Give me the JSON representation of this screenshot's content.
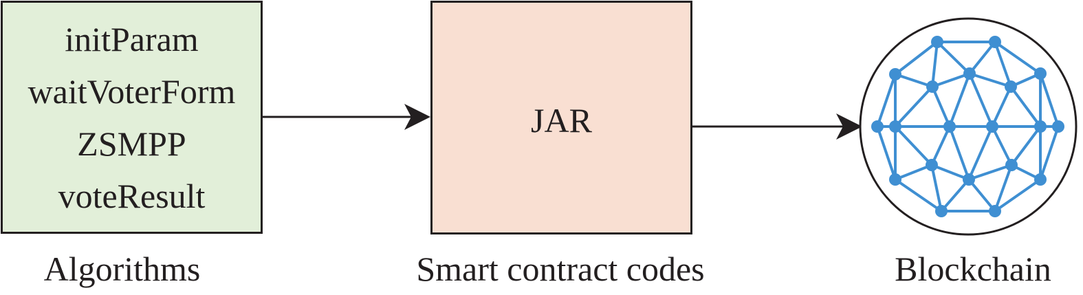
{
  "algorithms": {
    "items": [
      "initParam",
      "waitVoterForm",
      "ZSMPP",
      "voteResult"
    ],
    "caption": "Algorithms"
  },
  "contract": {
    "box_label": "JAR",
    "caption": "Smart contract codes"
  },
  "blockchain": {
    "caption": "Blockchain",
    "icon": "blockchain-network-icon"
  },
  "colors": {
    "algorithms_fill": "#e2efd9",
    "contract_fill": "#f9dfd2",
    "network_blue": "#3f8fd2",
    "stroke": "#231f20"
  }
}
